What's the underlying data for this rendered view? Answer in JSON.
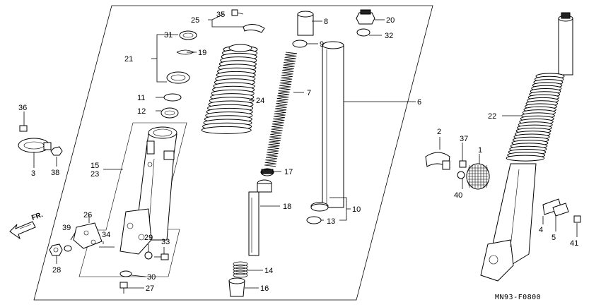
{
  "diagram_code": "MN93-F0800",
  "direction_label": "FR.",
  "callouts": [
    {
      "id": "n1",
      "text": "1"
    },
    {
      "id": "n2",
      "text": "2"
    },
    {
      "id": "n3",
      "text": "3"
    },
    {
      "id": "n4",
      "text": "4"
    },
    {
      "id": "n5",
      "text": "5"
    },
    {
      "id": "n6",
      "text": "6"
    },
    {
      "id": "n7",
      "text": "7"
    },
    {
      "id": "n8",
      "text": "8"
    },
    {
      "id": "n9",
      "text": "9"
    },
    {
      "id": "n10",
      "text": "10"
    },
    {
      "id": "n11",
      "text": "11"
    },
    {
      "id": "n12",
      "text": "12"
    },
    {
      "id": "n13",
      "text": "13"
    },
    {
      "id": "n14",
      "text": "14"
    },
    {
      "id": "n15",
      "text": "15"
    },
    {
      "id": "n16",
      "text": "16"
    },
    {
      "id": "n17",
      "text": "17"
    },
    {
      "id": "n18",
      "text": "18"
    },
    {
      "id": "n19",
      "text": "19"
    },
    {
      "id": "n20",
      "text": "20"
    },
    {
      "id": "n21",
      "text": "21"
    },
    {
      "id": "n22",
      "text": "22"
    },
    {
      "id": "n23",
      "text": "23"
    },
    {
      "id": "n24",
      "text": "24"
    },
    {
      "id": "n25",
      "text": "25"
    },
    {
      "id": "n26",
      "text": "26"
    },
    {
      "id": "n27",
      "text": "27"
    },
    {
      "id": "n28",
      "text": "28"
    },
    {
      "id": "n29",
      "text": "29"
    },
    {
      "id": "n30",
      "text": "30"
    },
    {
      "id": "n31",
      "text": "31"
    },
    {
      "id": "n32",
      "text": "32"
    },
    {
      "id": "n33",
      "text": "33"
    },
    {
      "id": "n34",
      "text": "34"
    },
    {
      "id": "n35",
      "text": "35"
    },
    {
      "id": "n36",
      "text": "36"
    },
    {
      "id": "n37",
      "text": "37"
    },
    {
      "id": "n38",
      "text": "38"
    },
    {
      "id": "n39",
      "text": "39"
    },
    {
      "id": "n40",
      "text": "40"
    },
    {
      "id": "n41",
      "text": "41"
    }
  ]
}
